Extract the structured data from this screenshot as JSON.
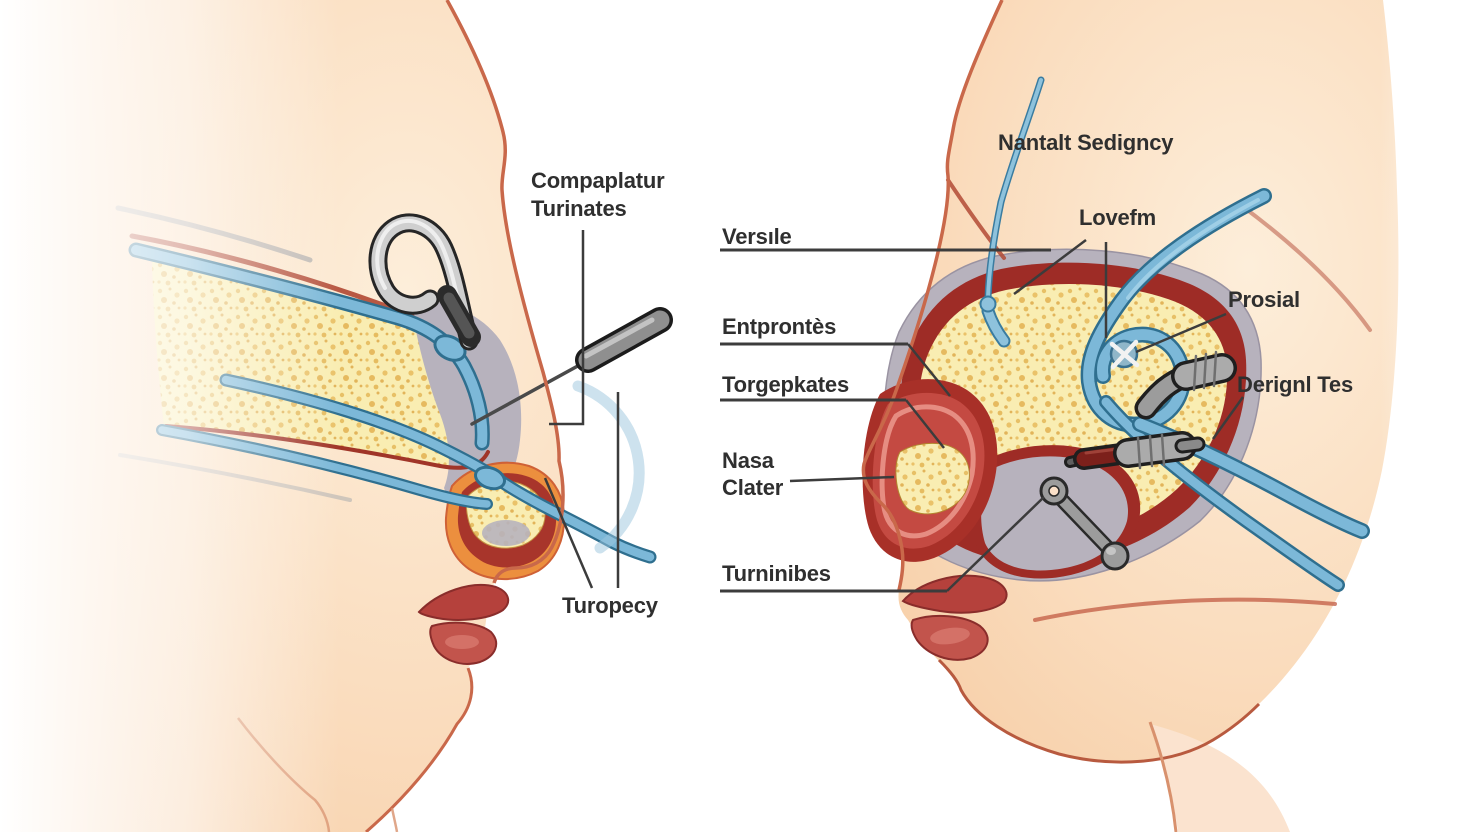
{
  "figure": {
    "background": "#ffffff",
    "panels": {
      "left": {
        "labels": {
          "compaplatur_turinates": "Compaplatur\nTurinates",
          "turopecy": "Turopecy"
        }
      },
      "right": {
        "labels_left": {
          "versile": "Versıle",
          "entprontes": "Entprontès",
          "torgepkates": "Torgepkates",
          "nasa_clater": "Nasa\nClater",
          "turninibes": "Turninibes"
        },
        "labels_right": {
          "nantalt_sedigncy": "Nantalt Sedigncy",
          "lovefm": "Lovefm",
          "prosial": "Prosial",
          "derignl_tes": "Derignl Tes"
        }
      }
    },
    "colors": {
      "skin": "#f9d3ae",
      "skin_outline": "#c9684a",
      "bone_fill": "#f9edb2",
      "bone_speckle": "#e6ba5f",
      "mucosa_gray": "#b7b2bd",
      "cavity_wall_red": "#9e2c26",
      "inflamed_red": "#cf4742",
      "nostril_orange": "#ec8f3e",
      "tube_blue": "#7cb8d8",
      "tube_blue_outline": "#2f6f8f",
      "instrument_gray": "#9a9a9a",
      "lips_red": "#b5413c",
      "label_text": "#2f2f2f",
      "leader_line": "#3c3c3c"
    }
  }
}
